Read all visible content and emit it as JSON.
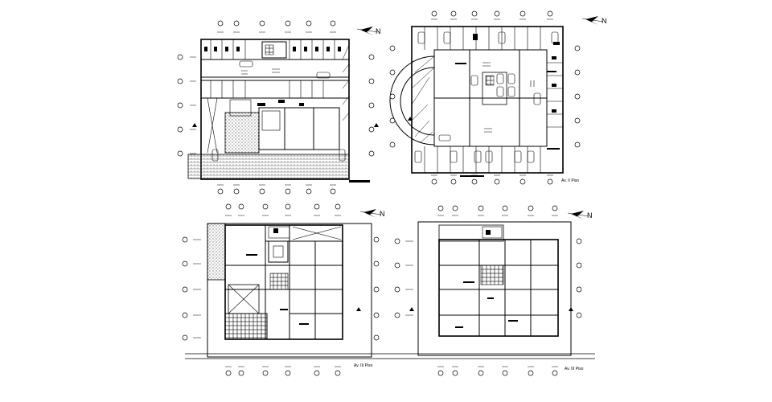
{
  "drawing": {
    "sheets": [
      {
        "id": "basement",
        "title": "",
        "north_label": "N"
      },
      {
        "id": "ground",
        "title": "Av. II Piso",
        "north_label": "N"
      },
      {
        "id": "first",
        "title": "Av. III Piso",
        "north_label": "N"
      },
      {
        "id": "second",
        "title": "Av. III Piso",
        "north_label": "N"
      }
    ],
    "colors": {
      "line": "#000000",
      "background": "#ffffff",
      "hatch": "#444444"
    }
  }
}
